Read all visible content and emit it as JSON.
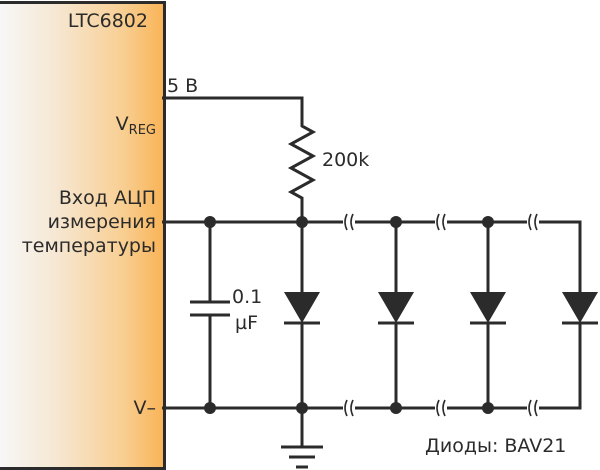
{
  "ic": {
    "name": "LTC6802",
    "pins": {
      "vreg_main": "V",
      "vreg_sub": "REG",
      "adc_line1": "Вход АЦП",
      "adc_line2": "измерения",
      "adc_line3": "температуры",
      "vminus": "V–"
    }
  },
  "supply_label": "5 В",
  "resistor": {
    "value": "200k"
  },
  "capacitor": {
    "value_line1": "0.1",
    "value_line2": "µF"
  },
  "diodes_note": "Диоды: BAV21",
  "diode_count": 4,
  "colors": {
    "wire": "#2b2b2b",
    "ic_gradient_start": "#f7f7f7",
    "ic_gradient_end": "#f9b458"
  }
}
